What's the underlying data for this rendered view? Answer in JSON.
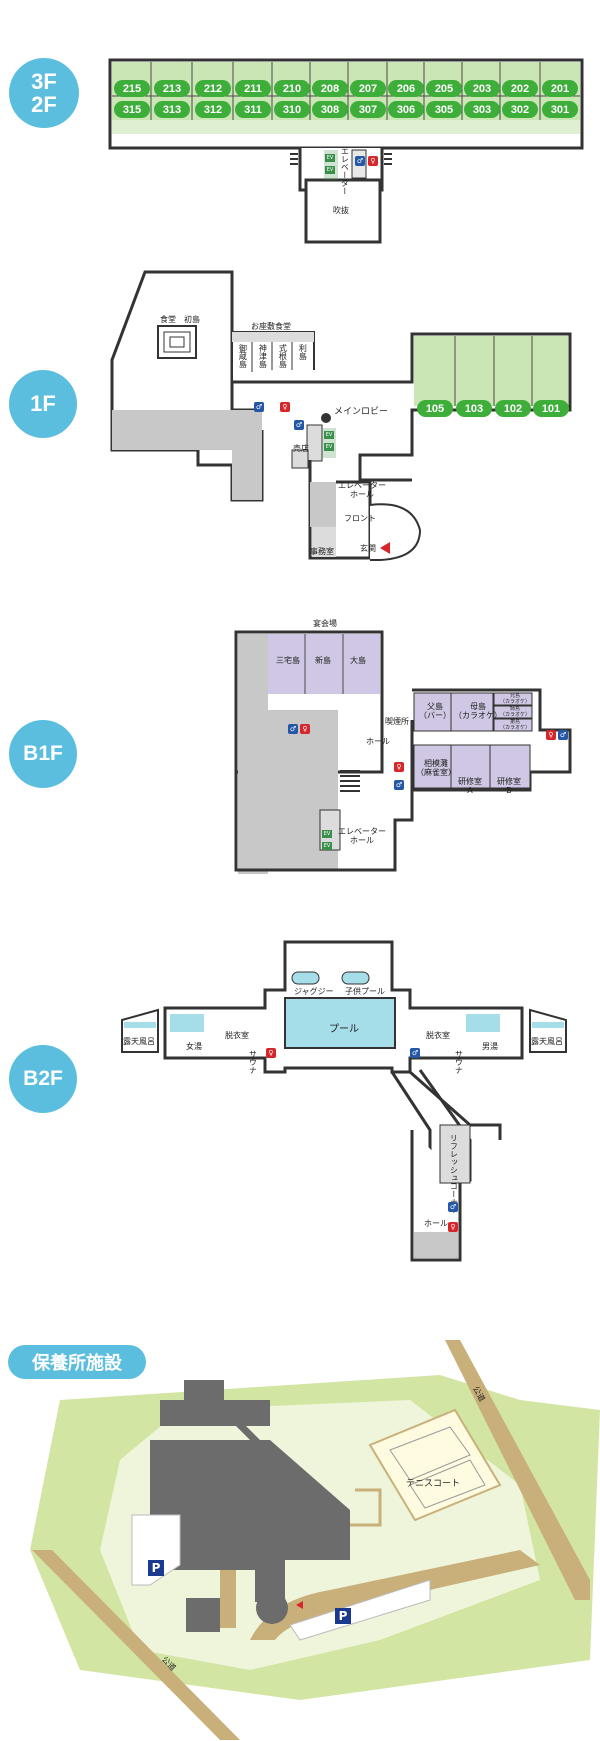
{
  "floors": {
    "f3f2": {
      "line1": "3F",
      "line2": "2F"
    },
    "f1": "1F",
    "b1": "B1F",
    "b2": "B2F"
  },
  "floor23": {
    "rooms_top": [
      "215",
      "213",
      "212",
      "211",
      "210",
      "208",
      "207",
      "206",
      "205",
      "203",
      "202",
      "201"
    ],
    "rooms_bottom": [
      "315",
      "313",
      "312",
      "311",
      "310",
      "308",
      "307",
      "306",
      "305",
      "303",
      "302",
      "301"
    ],
    "elevator": "エレベーター",
    "atrium": "吹抜"
  },
  "floor1": {
    "dining": "食堂　初島",
    "ozashiki": "お座敷食堂",
    "rooms_jp": [
      "御蔵島",
      "神津島",
      "式根島",
      "利島"
    ],
    "main_lobby": "メインロビー",
    "rooms": [
      "105",
      "103",
      "102",
      "101"
    ],
    "shop": "売店",
    "elevator_hall": "エレベーター\nホール",
    "front": "フロント",
    "office": "事務室",
    "entrance": "玄関"
  },
  "floorB1": {
    "banquet": "宴会場",
    "rooms_jp": [
      "三宅島",
      "新島",
      "大島"
    ],
    "smoking": "喫煙所",
    "hall": "ホール",
    "chichijima": "父島\n（バー）",
    "hahajima": "母島\n（カラオケ）",
    "small_rooms": [
      "兄島\n（カラオケ）",
      "姉島\n（カラオケ）",
      "弟島\n（カラオケ）"
    ],
    "mahjong": "相模灘\n（麻雀室）",
    "training_a": "研修室\nA",
    "training_b": "研修室\nB",
    "elevator_hall": "エレベーター\nホール"
  },
  "floorB2": {
    "outdoor_bath": "露天風呂",
    "womens_bath": "女湯",
    "mens_bath": "男湯",
    "changing": "脱衣室",
    "sauna": "サウナ",
    "jacuzzi": "ジャグジー",
    "kids_pool": "子供プール",
    "pool": "プール",
    "refresh": "リフレッシュコーナー",
    "hall": "ホール"
  },
  "site": {
    "title": "保養所施設",
    "tennis": "テニスコート",
    "road": "公道",
    "parking": "P"
  },
  "colors": {
    "floor_badge": "#5bbedf",
    "room_pill": "#3eae3a",
    "room_fill": "#c9e6b4",
    "purple_room": "#cfc7e3",
    "pool_water": "#a5dde8",
    "site_grass": "#d2e5a3",
    "site_road": "#c9b07a",
    "building_gray": "#6c6c6c",
    "wc_men": "#2457a6",
    "wc_women": "#d7262b"
  },
  "icons": [
    "men-wc-icon",
    "women-wc-icon",
    "elevator-icon",
    "entrance-arrow-icon",
    "parking-icon"
  ]
}
